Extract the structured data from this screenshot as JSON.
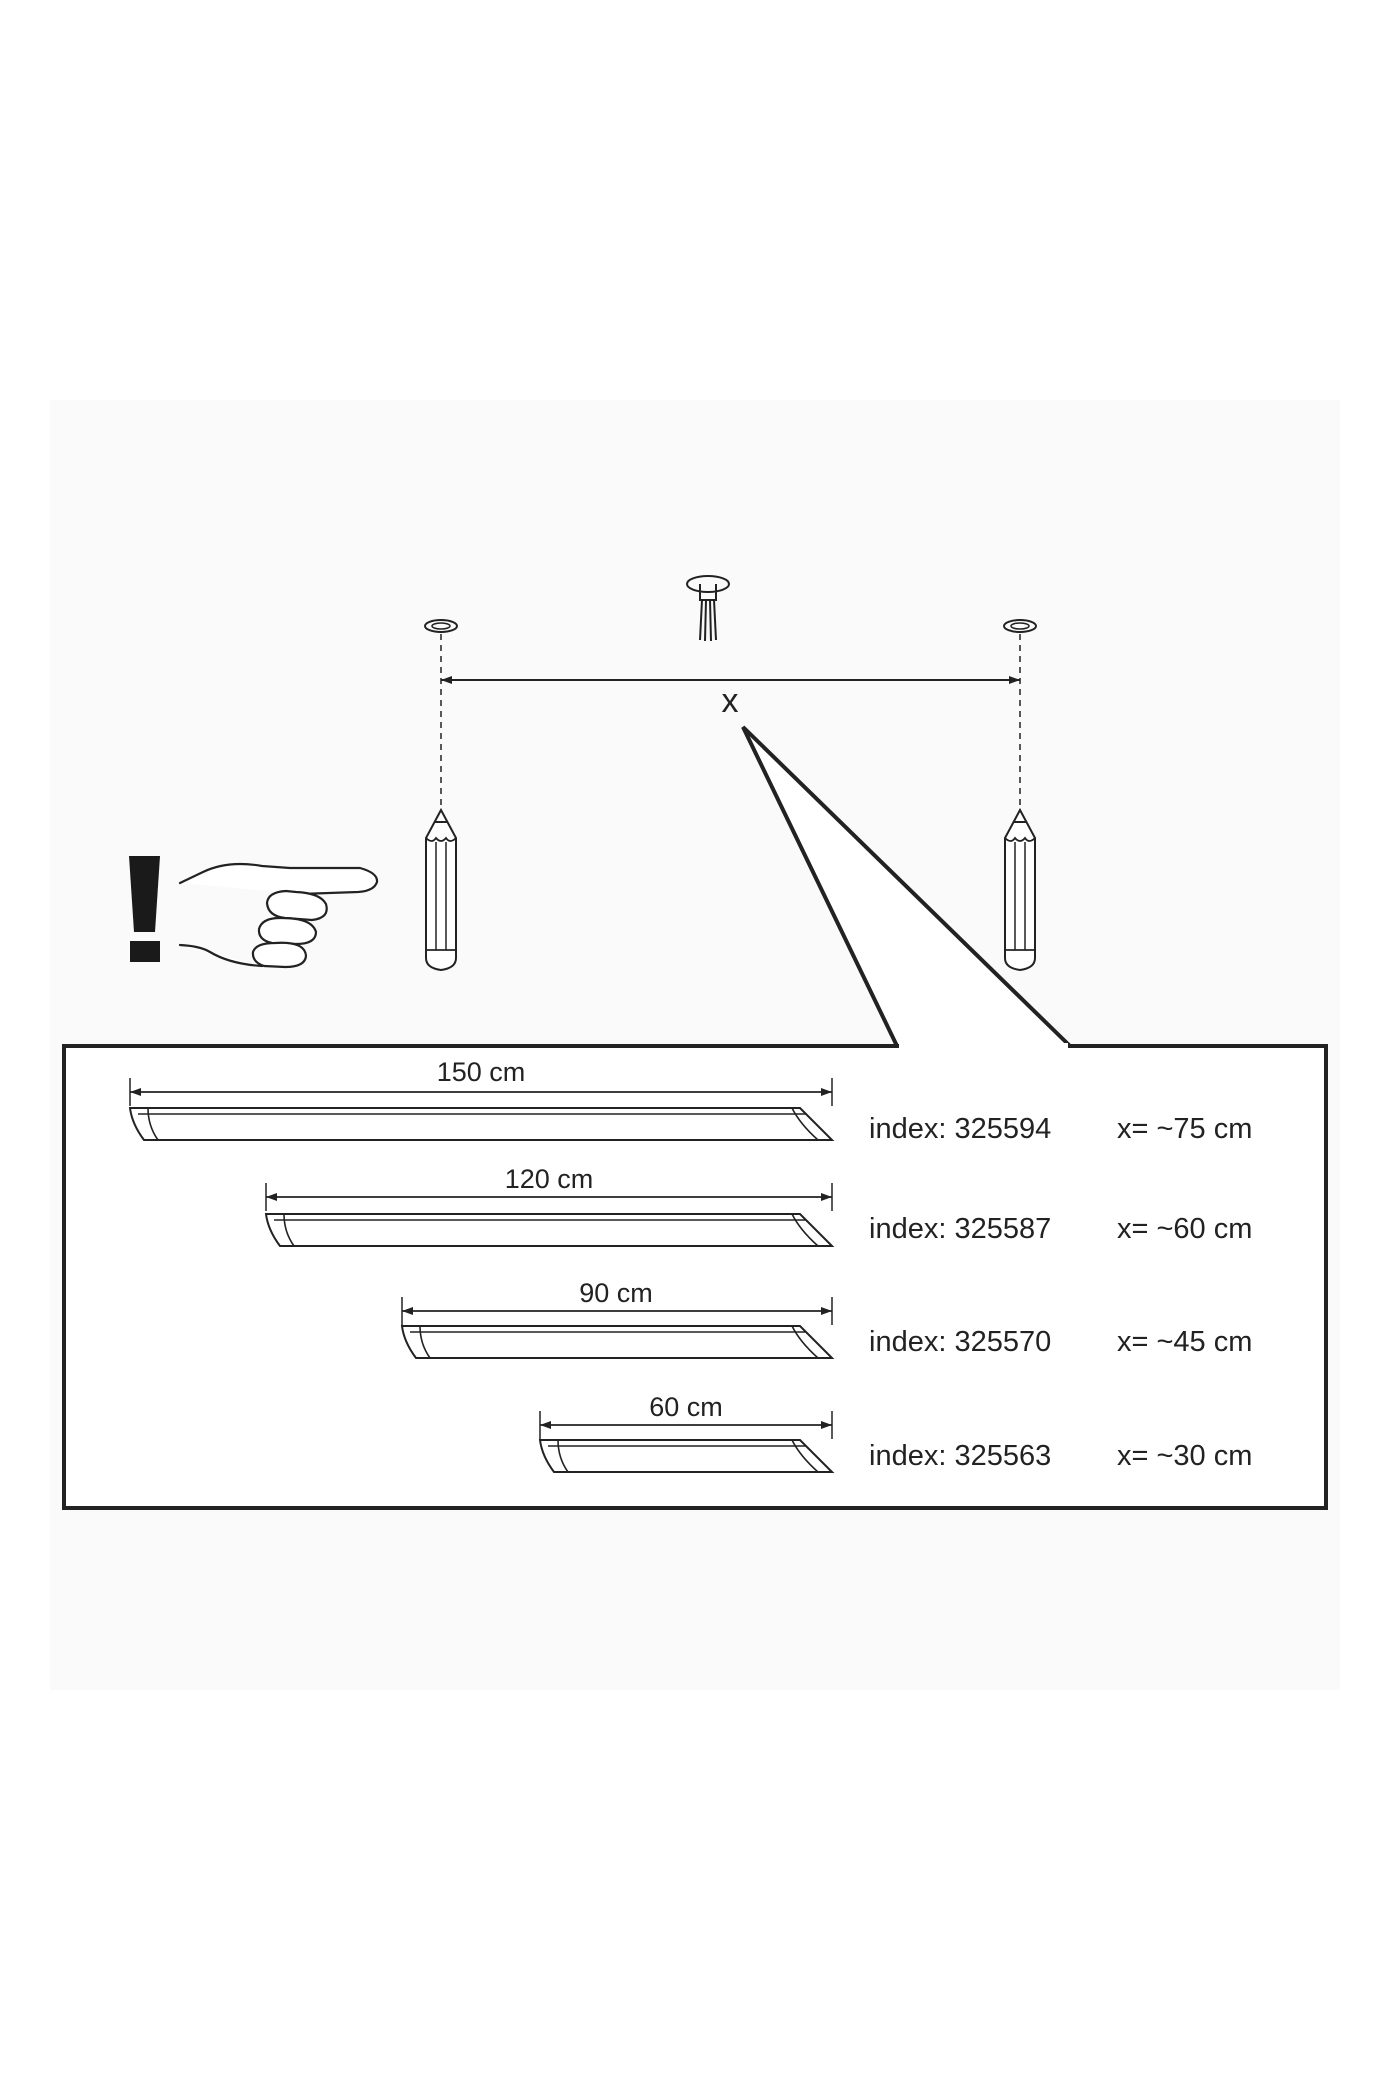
{
  "diagram": {
    "x_marker": "x",
    "colors": {
      "ink": "#222222",
      "background_panel": "#fafafa",
      "warning_black": "#1a1a1a"
    },
    "icons": {
      "ceiling_hole_left": "ceiling-hole-icon",
      "ceiling_hole_right": "ceiling-hole-icon",
      "ceiling_cable": "cable-outlet-icon",
      "pencil_left": "pencil-icon",
      "pencil_right": "pencil-icon",
      "warning": "exclamation-icon",
      "hand": "pointing-hand-icon"
    },
    "lamps": [
      {
        "length_label": "150 cm",
        "index_text": "index: 325594",
        "x_text": "x= ~75 cm"
      },
      {
        "length_label": "120 cm",
        "index_text": "index: 325587",
        "x_text": "x= ~60 cm"
      },
      {
        "length_label": "90 cm",
        "index_text": "index: 325570",
        "x_text": "x= ~45 cm"
      },
      {
        "length_label": "60 cm",
        "index_text": "index: 325563",
        "x_text": "x= ~30 cm"
      }
    ]
  }
}
